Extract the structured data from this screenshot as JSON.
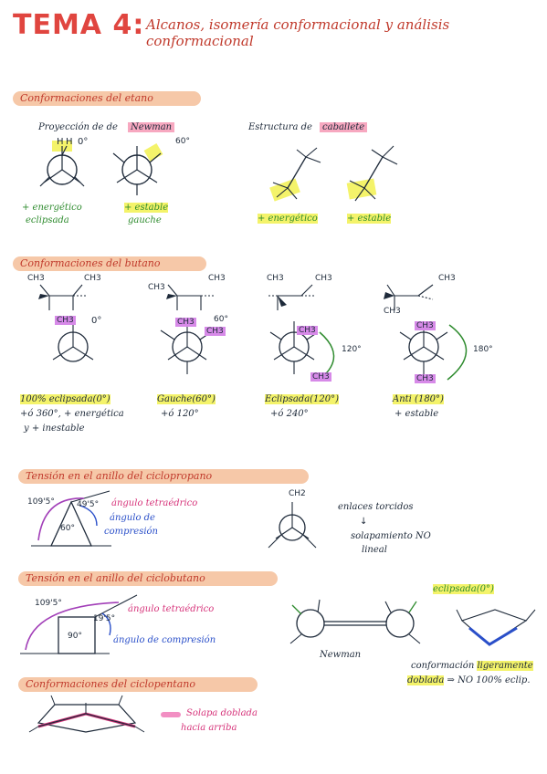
{
  "title": {
    "main": "TEMA 4:",
    "subtitle": "Alcanos, isomería conformacional y análisis conformacional"
  },
  "etano": {
    "section": "Conformaciones del etano",
    "newman_label": "Proyección de",
    "newman_word": "Newman",
    "caballete_label": "Estructura de",
    "caballete_word": "caballete",
    "angle0": "0°",
    "angle60": "60°",
    "c1_line1": "+ energético",
    "c1_line2": "eclipsada",
    "c2_line1": "+ estable",
    "c2_line2": "gauche",
    "c3_line1": "+ energético",
    "c4_line1": "+ estable"
  },
  "butano": {
    "section": "Conformaciones del butano",
    "angle0": "0°",
    "angle60": "60°",
    "angle120": "120°",
    "angle180": "180°",
    "ch3": "CH3",
    "labels": [
      {
        "line1": "100% eclipsada(0°)",
        "line2": "+ó 360°, + energética",
        "line3": "y + inestable"
      },
      {
        "line1": "Gauche(60°)",
        "line2": "+ó 120°"
      },
      {
        "line1": "Eclipsada(120°)",
        "line2": "+ó 240°"
      },
      {
        "line1": "Anti (180°)",
        "line2": "+ estable"
      }
    ]
  },
  "ciclopropano": {
    "section": "Tensión en el anillo del ciclopropano",
    "angle_big": "109'5°",
    "angle_diff": "49'5°",
    "angle_inner": "60°",
    "tetra": "ángulo tetraédrico",
    "comp_1": "ángulo de",
    "comp_2": "compresión",
    "enlaces": "enlaces torcidos",
    "solap_1": "solapamiento NO",
    "solap_2": "lineal",
    "ch2": "CH2"
  },
  "ciclobutano": {
    "section": "Tensión en el anillo del ciclobutano",
    "angle_big": "109'5°",
    "angle_diff": "19'5°",
    "angle_inner": "90°",
    "tetra": "ángulo tetraédrico",
    "comp": "ángulo de compresión",
    "eclip": "eclipsada(0°)",
    "newman": "Newman",
    "conf_1": "conformación",
    "conf_2": "ligeramente",
    "conf_3": "doblada",
    "conf_4": "⇒ NO 100% eclip."
  },
  "ciclopentano": {
    "section": "Conformaciones del ciclopentano",
    "solapa_1": "Solapa doblada",
    "solapa_2": "hacia arriba"
  },
  "atom_h": "H",
  "colors": {
    "title": "#e0453f",
    "band": "#f6c8a8",
    "green": "#2e8b2e",
    "yellow": "#f4f36a",
    "pink": "#f7a8c0",
    "purple": "#d78ae8",
    "arc_purple": "#a23fb8"
  }
}
